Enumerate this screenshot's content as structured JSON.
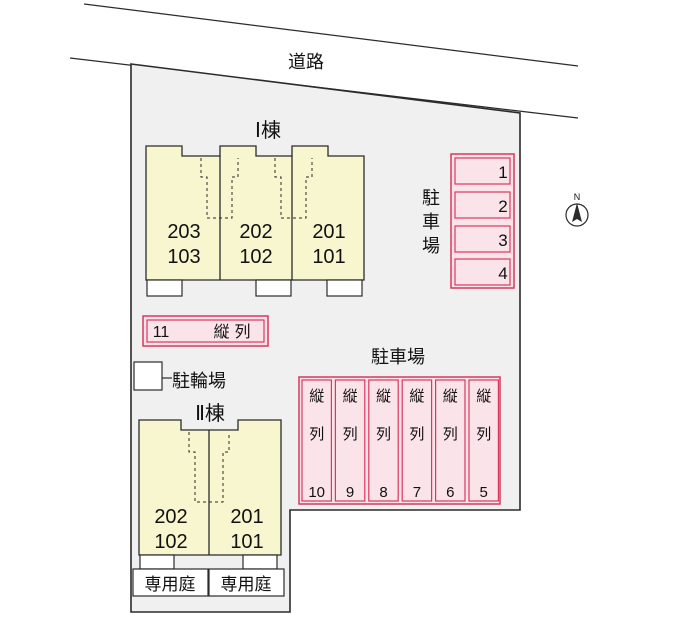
{
  "road": {
    "label": "道路"
  },
  "building_1": {
    "title": "Ⅰ棟",
    "units": [
      {
        "upper": "203",
        "lower": "103"
      },
      {
        "upper": "202",
        "lower": "102"
      },
      {
        "upper": "201",
        "lower": "101"
      }
    ]
  },
  "building_2": {
    "title": "Ⅱ棟",
    "units": [
      {
        "upper": "202",
        "lower": "102"
      },
      {
        "upper": "201",
        "lower": "101"
      }
    ],
    "private_gardens": [
      "専用庭",
      "専用庭"
    ]
  },
  "parking_right": {
    "label_chars": [
      "駐",
      "車",
      "場"
    ],
    "spaces": [
      "1",
      "2",
      "3",
      "4"
    ]
  },
  "parking_11": {
    "number": "11",
    "orientation": "縦 列"
  },
  "bicycle_parking": {
    "label": "駐輪場"
  },
  "parking_lower": {
    "label": "駐車場",
    "spaces": [
      {
        "top": "縦",
        "mid": "列",
        "number": "10"
      },
      {
        "top": "縦",
        "mid": "列",
        "number": "9"
      },
      {
        "top": "縦",
        "mid": "列",
        "number": "8"
      },
      {
        "top": "縦",
        "mid": "列",
        "number": "7"
      },
      {
        "top": "縦",
        "mid": "列",
        "number": "6"
      },
      {
        "top": "縦",
        "mid": "列",
        "number": "5"
      }
    ]
  },
  "compass": {
    "label": "N"
  },
  "colors": {
    "site": "#f0f0f0",
    "building": "#f8f6cf",
    "parking_fill": "#fbe3ea",
    "parking_stroke": "#d9385e",
    "line": "#2b2b2b"
  }
}
